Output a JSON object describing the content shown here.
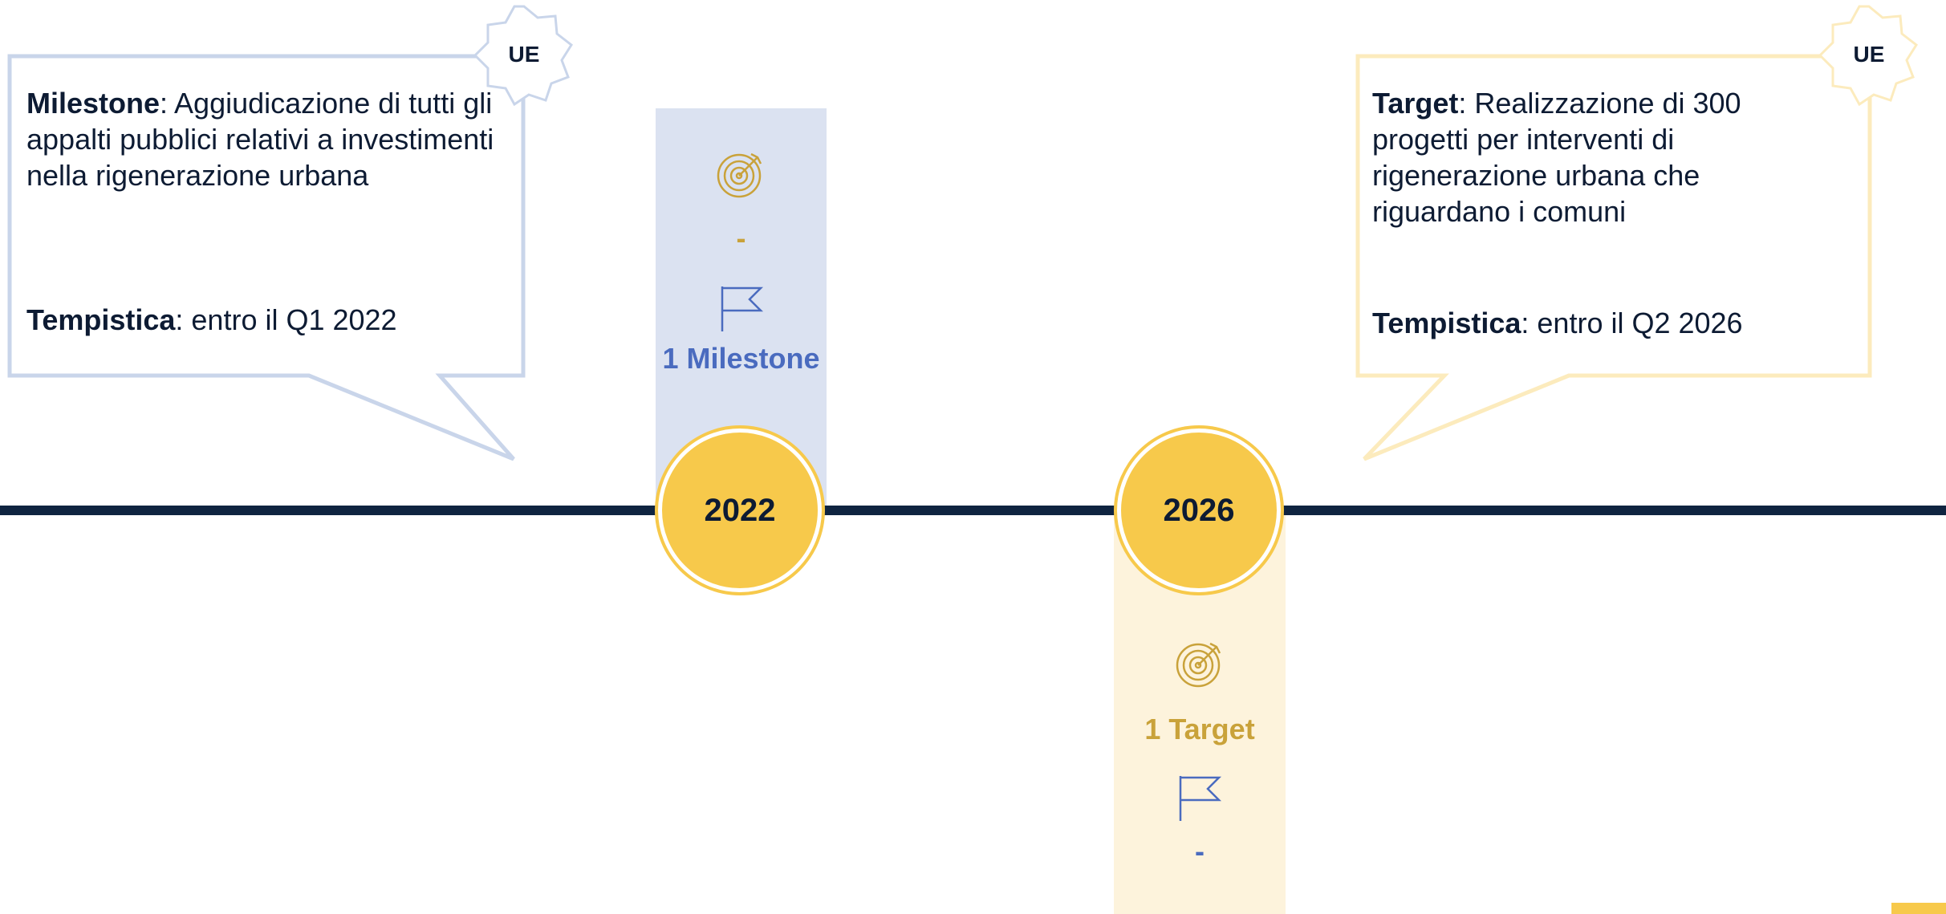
{
  "timeline": {
    "years": [
      {
        "year": "2022",
        "target_count": "-",
        "milestone_count": "1 Milestone",
        "column_color": "#dbe2f1"
      },
      {
        "year": "2026",
        "target_count": "1 Target",
        "milestone_count": "-",
        "column_color": "#fdf3dc"
      }
    ]
  },
  "callouts": [
    {
      "badge": "UE",
      "type_label": "Milestone",
      "description": ": Aggiudicazione di tutti gli appalti pubblici relativi a investimenti nella rigenerazione urbana",
      "timing_label": "Tempistica",
      "timing_value": ": entro il Q1 2022",
      "border_color": "#c9d5ea"
    },
    {
      "badge": "UE",
      "type_label": "Target",
      "description": ": Realizzazione di 300 progetti per interventi di rigenerazione urbana che riguardano i comuni",
      "timing_label": "Tempistica",
      "timing_value": ": entro il Q2 2026",
      "border_color": "#fcebbd"
    }
  ],
  "colors": {
    "axis": "#0f2440",
    "year_circle": "#f7c94b",
    "target_accent": "#c9a23a",
    "milestone_accent": "#4a6bbf",
    "text": "#0d1b33"
  },
  "icons": {
    "target": "target-icon",
    "milestone": "flag-icon",
    "badge": "seal-icon"
  }
}
